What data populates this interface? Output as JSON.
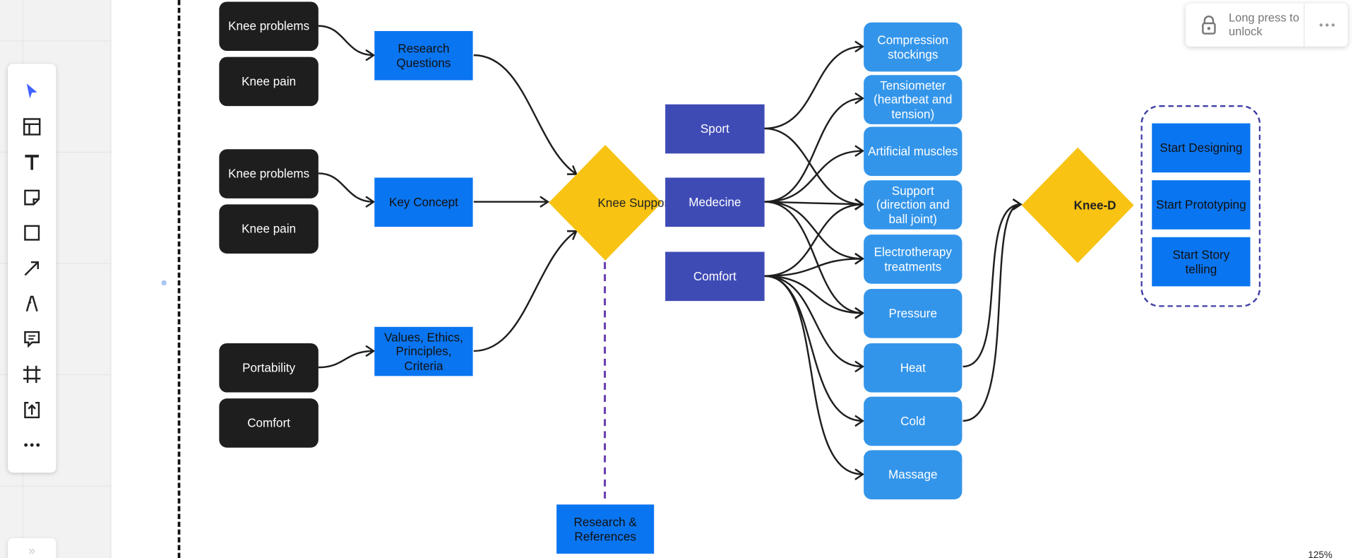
{
  "toolbar": {
    "tools": [
      {
        "name": "select-tool",
        "icon": "cursor-arrow-icon"
      },
      {
        "name": "templates-tool",
        "icon": "layout-icon"
      },
      {
        "name": "text-tool",
        "icon": "text-t-icon"
      },
      {
        "name": "sticky-note-tool",
        "icon": "sticky-note-icon"
      },
      {
        "name": "shape-tool",
        "icon": "square-icon"
      },
      {
        "name": "connection-line-tool",
        "icon": "arrow-line-icon"
      },
      {
        "name": "pen-tool",
        "icon": "pen-icon"
      },
      {
        "name": "comment-tool",
        "icon": "comment-icon"
      },
      {
        "name": "frame-tool",
        "icon": "frame-icon"
      },
      {
        "name": "upload-tool",
        "icon": "upload-icon"
      },
      {
        "name": "more-tools",
        "icon": "more-dots-icon"
      }
    ],
    "collapse_label": "»",
    "accent_color": "#4262ff"
  },
  "lock_panel": {
    "text": "Long press to unlock",
    "icon": "lock-icon",
    "more_icon": "more-dots-icon"
  },
  "zoom": {
    "label": "125%"
  },
  "diagram": {
    "colors": {
      "black_node": "#1e1e1e",
      "blue_square": "#0a75f0",
      "indigo_node": "#3f4bb5",
      "light_blue_node": "#3395ea",
      "diamond": "#f8c312",
      "group_border": "#3f3fa5",
      "dashed_line": "#6a3fb0"
    },
    "nodes": {
      "knee_problems_1": "Knee problems",
      "knee_pain_1": "Knee pain",
      "knee_problems_2": "Knee problems",
      "knee_pain_2": "Knee pain",
      "portability": "Portability",
      "comfort_black": "Comfort",
      "research_questions": "Research Questions",
      "key_concept": "Key Concept",
      "values_ethics": "Values, Ethics, Principles, Criteria",
      "knee_support": "Knee Support",
      "research_references": "Research & References",
      "sport": "Sport",
      "medecine": "Medecine",
      "comfort_indigo": "Comfort",
      "compression_stockings": "Compression stockings",
      "tensiometer": "Tensiometer (heartbeat and tension)",
      "artificial_muscles": "Artificial muscles",
      "support": "Support (direction and ball joint)",
      "electrotherapy": "Electrotherapy treatments",
      "pressure": "Pressure",
      "heat": "Heat",
      "cold": "Cold",
      "massage": "Massage",
      "knee_d": "Knee-D",
      "start_designing": "Start Designing",
      "start_prototyping": "Start Prototyping",
      "start_story_telling": "Start Story telling"
    }
  }
}
